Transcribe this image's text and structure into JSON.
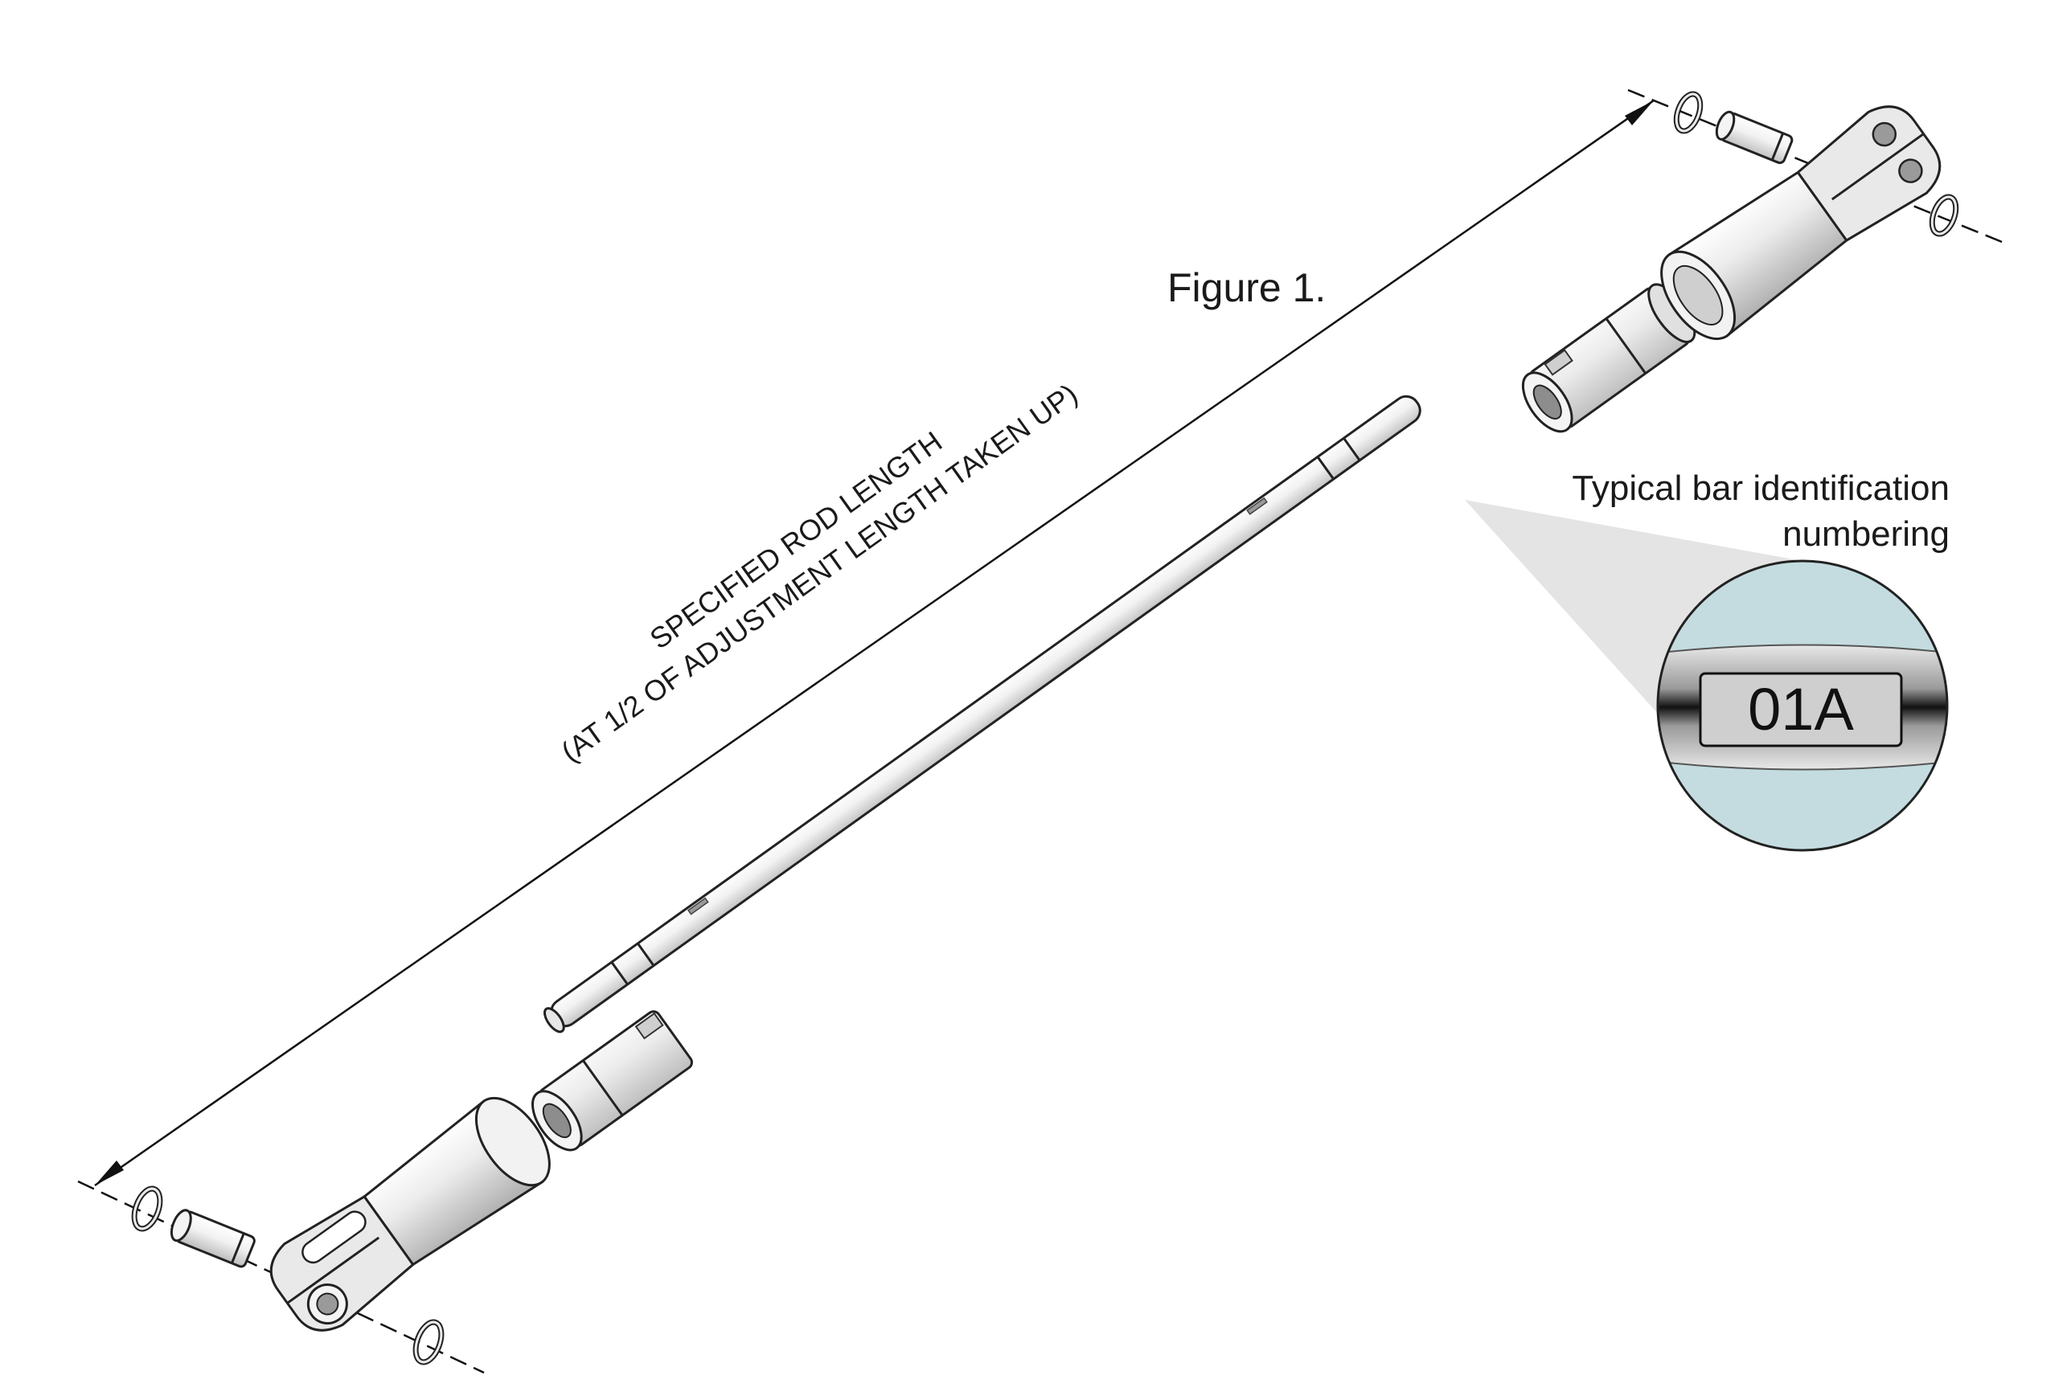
{
  "figure": {
    "title": "Figure 1."
  },
  "dimension": {
    "line1": "SPECIFIED ROD LENGTH",
    "line2": "(AT 1/2 OF ADJUSTMENT LENGTH TAKEN UP)"
  },
  "callout": {
    "line1": "Typical bar identification",
    "line2": "numbering",
    "id_text": "01A"
  },
  "colors": {
    "magnifier_fill": "#c4dce0",
    "leader_fill": "#e4e4e4",
    "metal_light": "#f6f6f6",
    "metal_mid": "#dcdcdc",
    "metal_dark": "#a9a9a9",
    "line": "#222222",
    "badge_fill": "#cfcfcf"
  },
  "icons": {
    "fork_end": "clevis-fork-icon",
    "pin": "clevis-pin-icon",
    "ring": "retaining-ring-icon",
    "adjuster": "adjuster-sleeve-icon",
    "rod": "tie-rod-icon"
  }
}
